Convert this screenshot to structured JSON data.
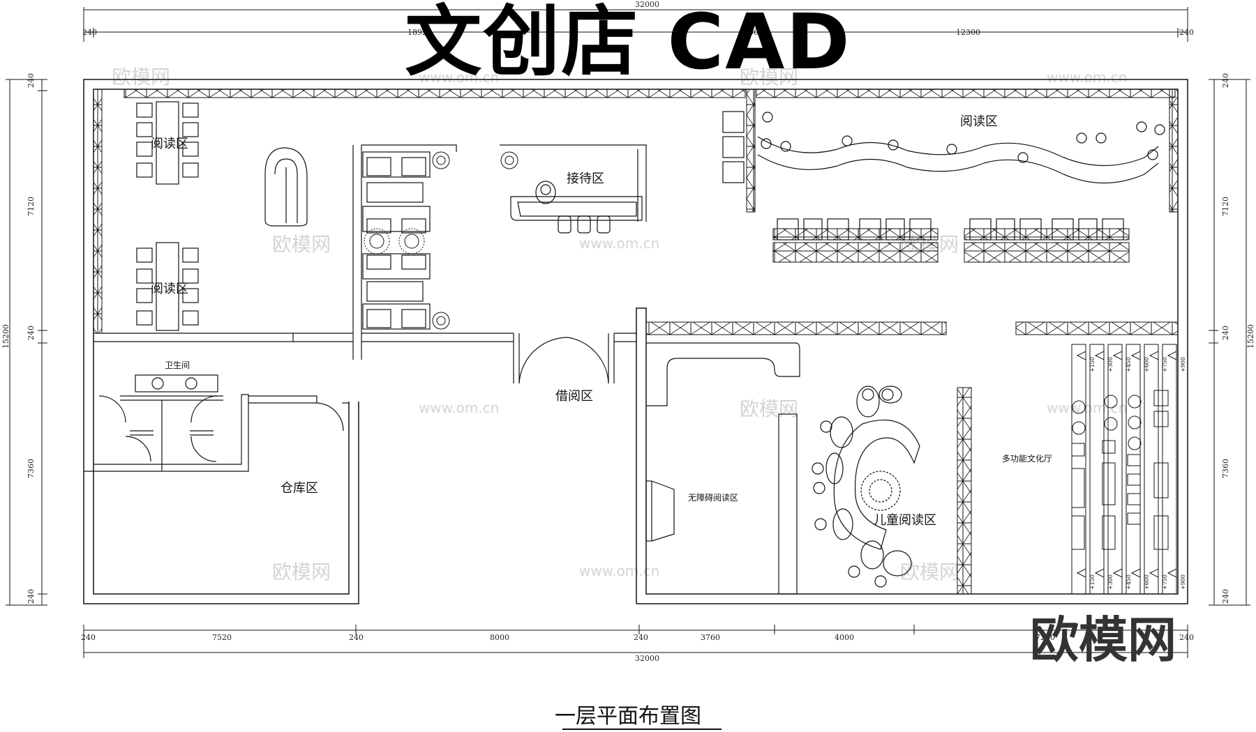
{
  "title": "文创店 CAD",
  "caption": "一层平面布置图",
  "brand": "欧模网",
  "watermark": {
    "text": "欧模网",
    "url": "www.om.cn",
    "color": "#d4d4d4"
  },
  "dimensions": {
    "top_total": "32000",
    "top": [
      "240",
      "18920",
      "300",
      "12300",
      "240"
    ],
    "bottom": [
      "240",
      "7520",
      "240",
      "8000",
      "240",
      "3760",
      "4000",
      "7260",
      "240"
    ],
    "bottom_total": "32000",
    "left": [
      "240",
      "7120",
      "240",
      "7360",
      "240"
    ],
    "left_total": "15200",
    "right": [
      "240",
      "7120",
      "240",
      "7360",
      "240"
    ],
    "right_total": "15200"
  },
  "rooms": {
    "reading_left_1": "阅读区",
    "reading_left_2": "阅读区",
    "reception": "接待区",
    "reading_right": "阅读区",
    "toilet": "卫生间",
    "storage": "仓库区",
    "borrowing": "借阅区",
    "accessible_reading": "无障碍阅读区",
    "children_reading": "儿童阅读区",
    "multi_hall": "多功能文化厅"
  },
  "seat_labels": [
    "+150",
    "+300",
    "+450",
    "+600",
    "+750",
    "+900"
  ],
  "colors": {
    "line": "#111111",
    "background": "#ffffff"
  }
}
